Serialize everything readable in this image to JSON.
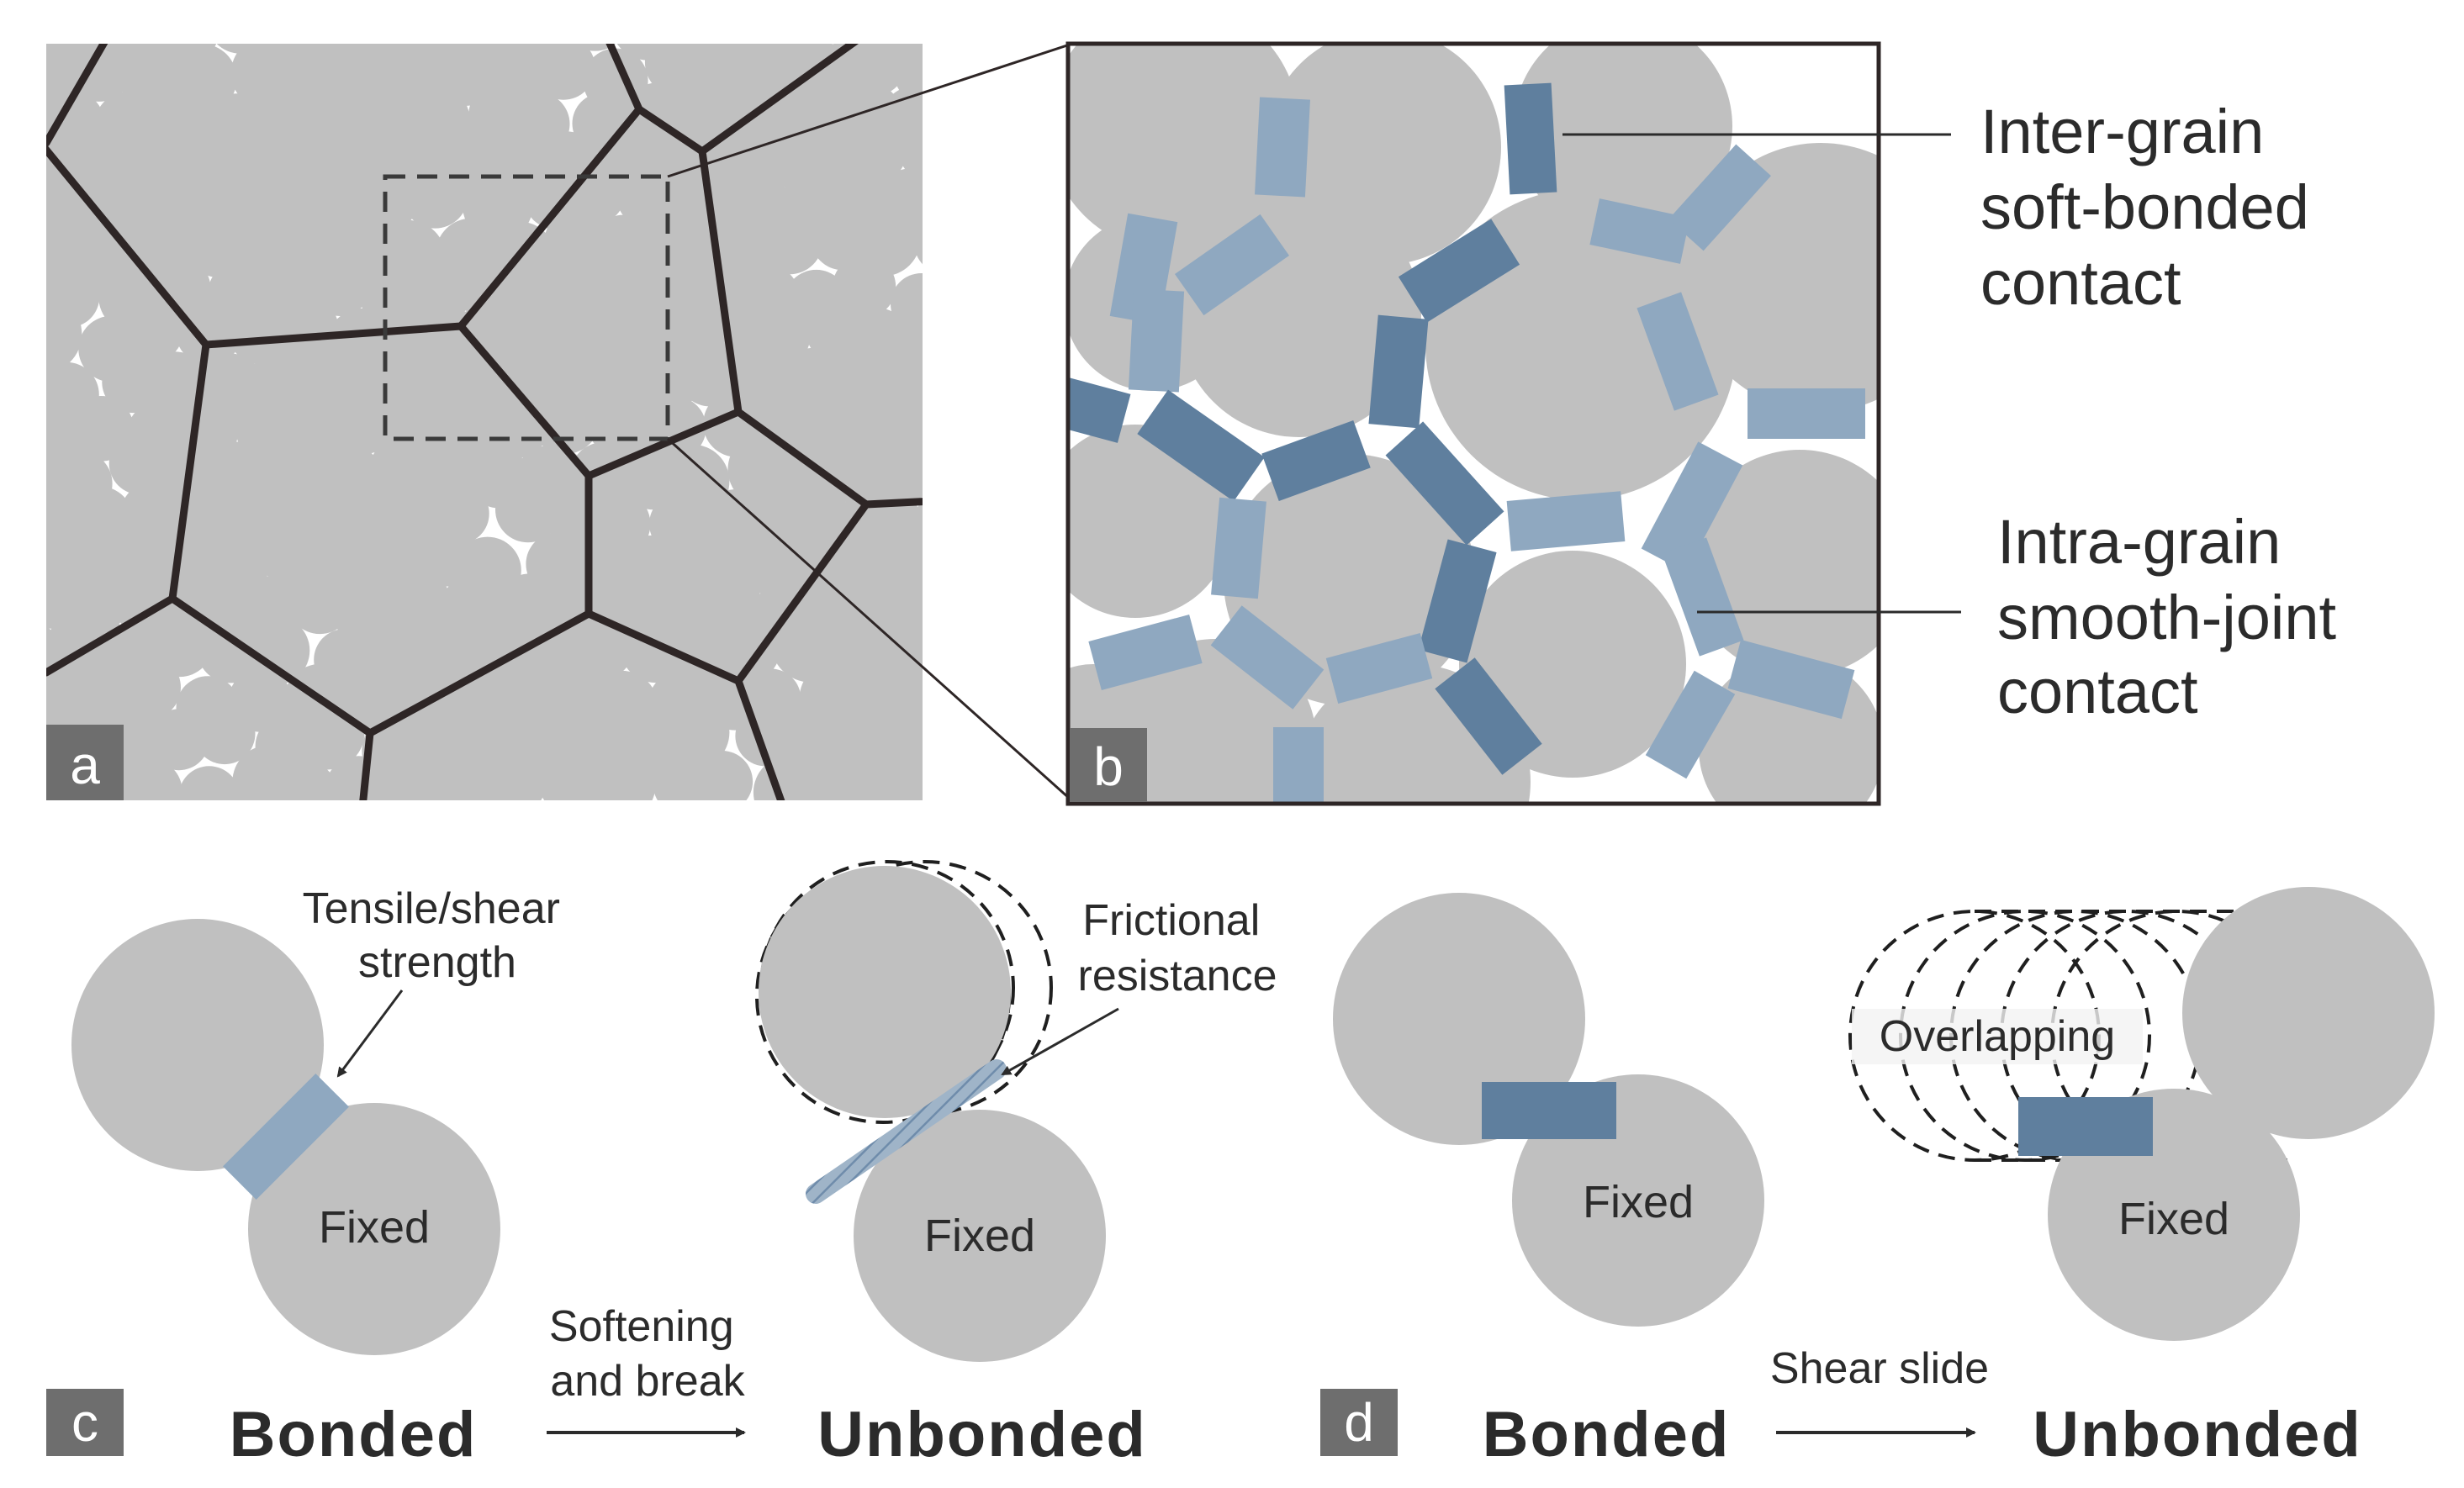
{
  "panels": {
    "a": {
      "letter": "a"
    },
    "b": {
      "letter": "b",
      "label_inter": [
        "Inter-grain",
        "soft-bonded",
        "contact"
      ],
      "label_intra": [
        "Intra-grain",
        "smooth-joint",
        "contact"
      ]
    },
    "c": {
      "letter": "c",
      "strength_label": [
        "Tensile/shear",
        "strength"
      ],
      "friction_label": [
        "Frictional",
        "resistance"
      ],
      "fixed_label": "Fixed",
      "transition_label": [
        "Softening",
        "and break"
      ],
      "state_before": "Bonded",
      "state_after": "Unbonded"
    },
    "d": {
      "letter": "d",
      "overlap_label": "Overlapping",
      "fixed_label": "Fixed",
      "transition_label": "Shear slide",
      "state_before": "Bonded",
      "state_after": "Unbonded"
    }
  },
  "colors": {
    "grain": "#c0c0c0",
    "boundary": "#2e2626",
    "bond_light": "#8fa8c0",
    "bond_dark": "#5f7f9e",
    "tag_bg": "#6e6e6e"
  }
}
